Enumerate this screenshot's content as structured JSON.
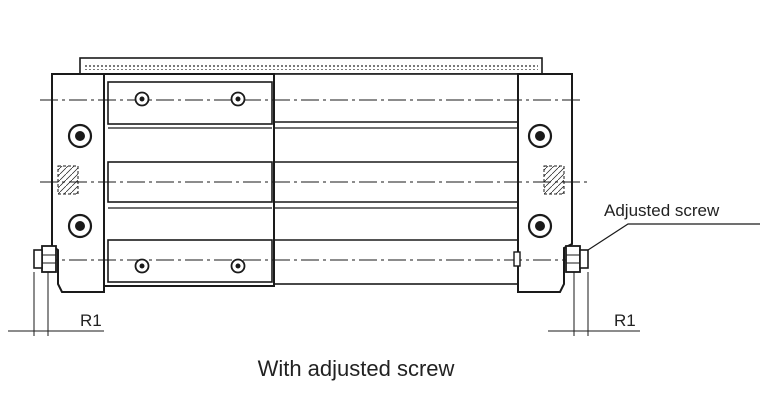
{
  "diagram": {
    "labels": {
      "adjusted_screw": "Adjusted screw",
      "r1_left": "R1",
      "r1_right": "R1"
    },
    "caption": "With adjusted screw"
  },
  "colors": {
    "line": "#1a1a1a",
    "background": "#ffffff"
  }
}
